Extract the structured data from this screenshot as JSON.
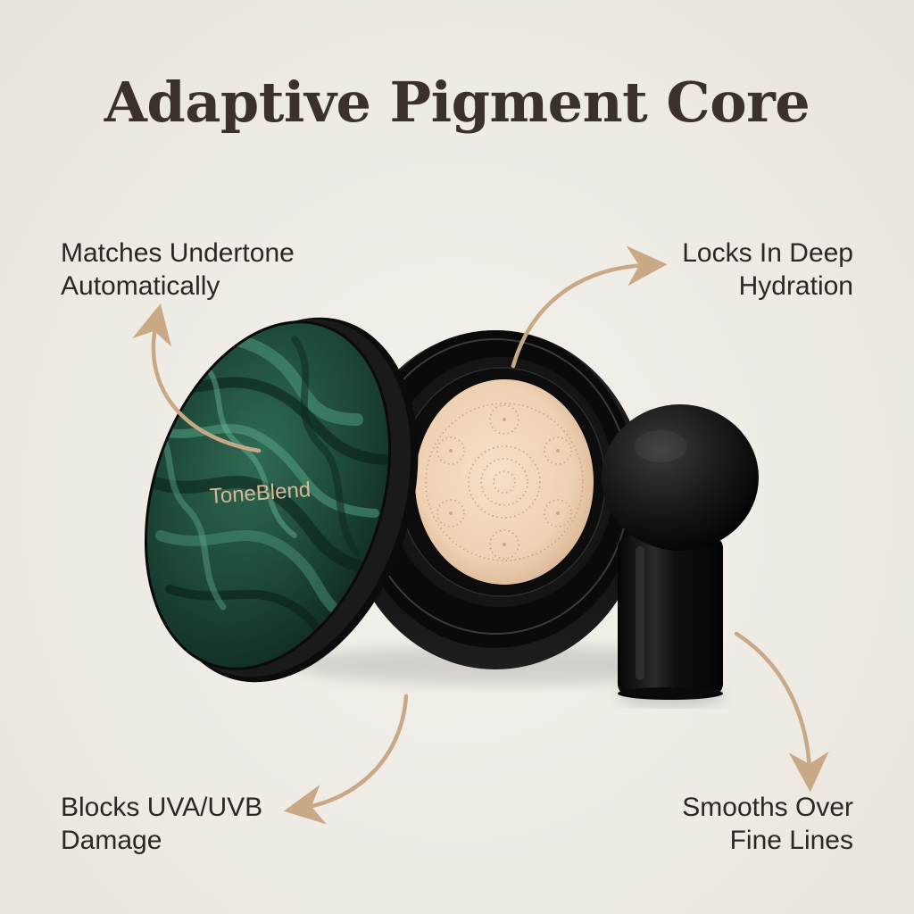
{
  "title": "Adaptive Pigment Core",
  "brand": "ToneBlend",
  "callouts": {
    "top_left": [
      "Matches Undertone",
      "Automatically"
    ],
    "top_right": [
      "Locks In Deep",
      "Hydration"
    ],
    "bottom_left": [
      "Blocks UVA/UVB",
      "Damage"
    ],
    "bottom_right": [
      "Smooths Over",
      "Fine Lines"
    ]
  },
  "colors": {
    "background": "#efebe6",
    "title": "#3a302c",
    "text": "#2c2624",
    "arrow": "#c9a886",
    "lid_green": "#1f4a3a",
    "case_black": "#0e0e0e",
    "foundation": "#f1d7bd",
    "brand_gold": "#d8b892"
  }
}
